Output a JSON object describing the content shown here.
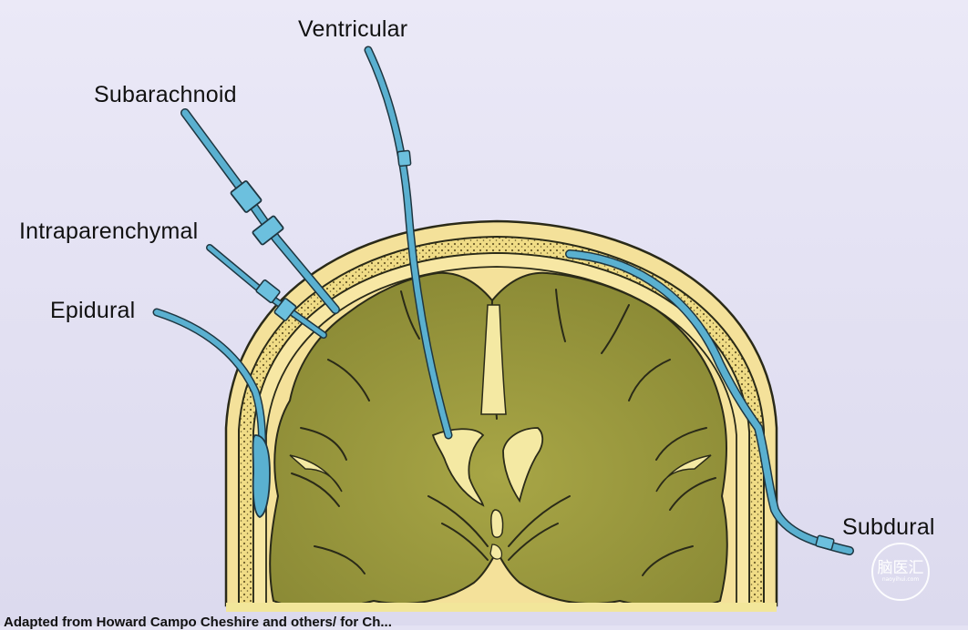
{
  "labels": {
    "ventricular": "Ventricular",
    "subarachnoid": "Subarachnoid",
    "intraparenchymal": "Intraparenchymal",
    "epidural": "Epidural",
    "subdural": "Subdural"
  },
  "caption": "Adapted from Howard Campo Cheshire and others/ for Ch...",
  "watermark": {
    "main": "脑医汇",
    "sub": "naoyihui.com"
  },
  "colors": {
    "background": "#e4e2f3",
    "brain": "#9b9a3e",
    "skull": "#f3df8a",
    "catheter": "#5ab0d0",
    "ventricle": "#f4e9a3"
  }
}
